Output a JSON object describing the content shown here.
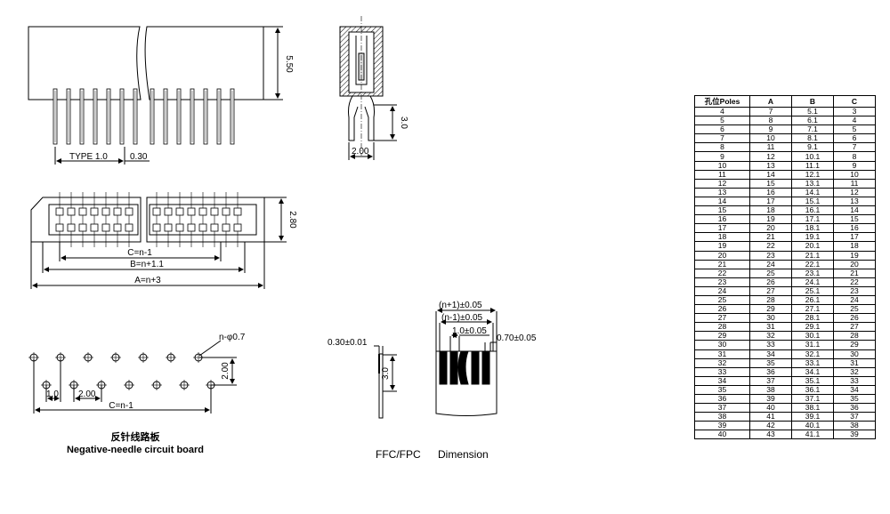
{
  "dims": {
    "d550": "5.50",
    "type_pitch": "TYPE 1.0",
    "pin_width": "0.30",
    "d300": "3.0",
    "d200": "2.00",
    "d280": "2.80",
    "dim_c": "C=n-1",
    "dim_b": "B=n+1.1",
    "dim_a": "A=n+3",
    "hole": "n-φ0.7",
    "pcb_200v": "2.00",
    "pcb_10": "1.0",
    "pcb_200h": "2.00",
    "pcb_c": "C=n-1",
    "ffc_thick": "0.30±0.01",
    "ffc_3": "3.0",
    "ffc_n1": "(n+1)±0.05",
    "ffc_nm1": "(n-1)±0.05",
    "ffc_10": "1.0±0.05",
    "ffc_07": "0.70±0.05"
  },
  "captions": {
    "pcb_cn": "反针线路板",
    "pcb_en": "Negative-needle circuit board",
    "ffc_label": "FFC/FPC",
    "ffc_dim": "Dimension"
  },
  "table": {
    "headers": [
      "孔位Poles",
      "A",
      "B",
      "C"
    ],
    "rows": [
      [
        "4",
        "7",
        "5.1",
        "3"
      ],
      [
        "5",
        "8",
        "6.1",
        "4"
      ],
      [
        "6",
        "9",
        "7.1",
        "5"
      ],
      [
        "7",
        "10",
        "8.1",
        "6"
      ],
      [
        "8",
        "11",
        "9.1",
        "7"
      ],
      [
        "9",
        "12",
        "10.1",
        "8"
      ],
      [
        "10",
        "13",
        "11.1",
        "9"
      ],
      [
        "11",
        "14",
        "12.1",
        "10"
      ],
      [
        "12",
        "15",
        "13.1",
        "11"
      ],
      [
        "13",
        "16",
        "14.1",
        "12"
      ],
      [
        "14",
        "17",
        "15.1",
        "13"
      ],
      [
        "15",
        "18",
        "16.1",
        "14"
      ],
      [
        "16",
        "19",
        "17.1",
        "15"
      ],
      [
        "17",
        "20",
        "18.1",
        "16"
      ],
      [
        "18",
        "21",
        "19.1",
        "17"
      ],
      [
        "19",
        "22",
        "20.1",
        "18"
      ],
      [
        "20",
        "23",
        "21.1",
        "19"
      ],
      [
        "21",
        "24",
        "22.1",
        "20"
      ],
      [
        "22",
        "25",
        "23.1",
        "21"
      ],
      [
        "23",
        "26",
        "24.1",
        "22"
      ],
      [
        "24",
        "27",
        "25.1",
        "23"
      ],
      [
        "25",
        "28",
        "26.1",
        "24"
      ],
      [
        "26",
        "29",
        "27.1",
        "25"
      ],
      [
        "27",
        "30",
        "28.1",
        "26"
      ],
      [
        "28",
        "31",
        "29.1",
        "27"
      ],
      [
        "29",
        "32",
        "30.1",
        "28"
      ],
      [
        "30",
        "33",
        "31.1",
        "29"
      ],
      [
        "31",
        "34",
        "32.1",
        "30"
      ],
      [
        "32",
        "35",
        "33.1",
        "31"
      ],
      [
        "33",
        "36",
        "34.1",
        "32"
      ],
      [
        "34",
        "37",
        "35.1",
        "33"
      ],
      [
        "35",
        "38",
        "36.1",
        "34"
      ],
      [
        "36",
        "39",
        "37.1",
        "35"
      ],
      [
        "37",
        "40",
        "38.1",
        "36"
      ],
      [
        "38",
        "41",
        "39.1",
        "37"
      ],
      [
        "39",
        "42",
        "40.1",
        "38"
      ],
      [
        "40",
        "43",
        "41.1",
        "39"
      ]
    ]
  }
}
